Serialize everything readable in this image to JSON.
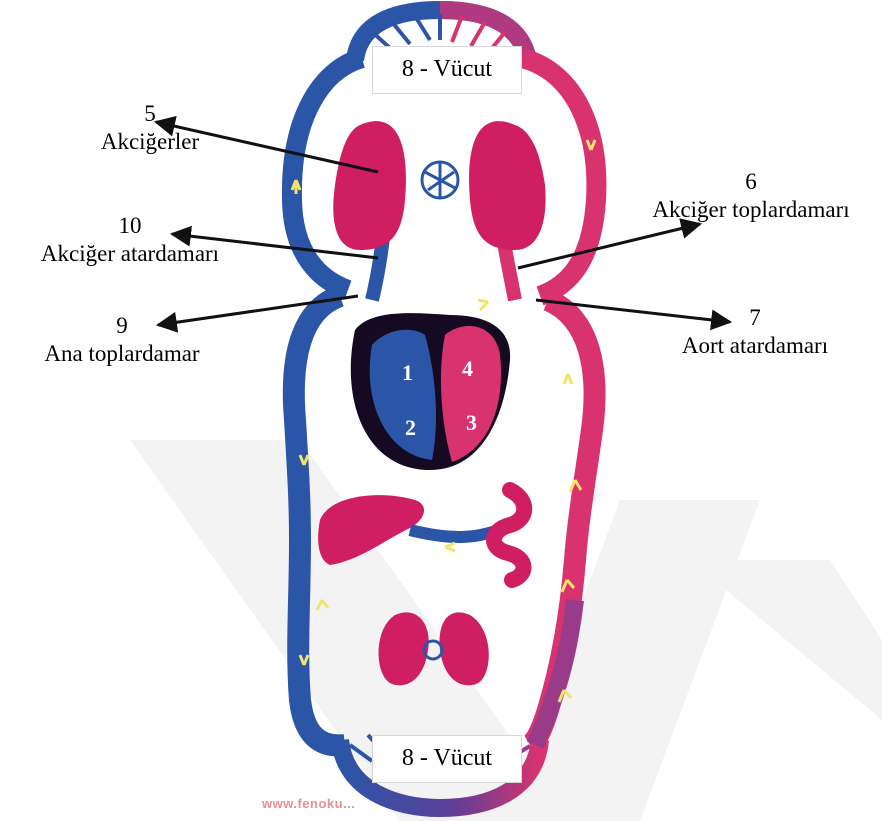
{
  "labels": {
    "lungs": {
      "number": "5",
      "text": "Akciğerler"
    },
    "pulmonary_vein": {
      "number": "6",
      "text": "Akciğer toplardamarı"
    },
    "pulmonary_artery": {
      "number": "10",
      "text": "Akciğer atardamarı"
    },
    "vena_cava": {
      "number": "9",
      "text": "Ana toplardamar"
    },
    "aorta": {
      "number": "7",
      "text": "Aort atardamarı"
    }
  },
  "body_top": "8 - Vücut",
  "body_bottom": "8 - Vücut",
  "chambers": [
    "1",
    "2",
    "3",
    "4"
  ],
  "watermark": "www.fenoku...",
  "colors": {
    "deoxygenated": "#2b56a8",
    "oxygenated": "#d8336f",
    "organ": "#cf1f62",
    "arrow": "#111111",
    "flow_arrow": "#f3e36a"
  }
}
